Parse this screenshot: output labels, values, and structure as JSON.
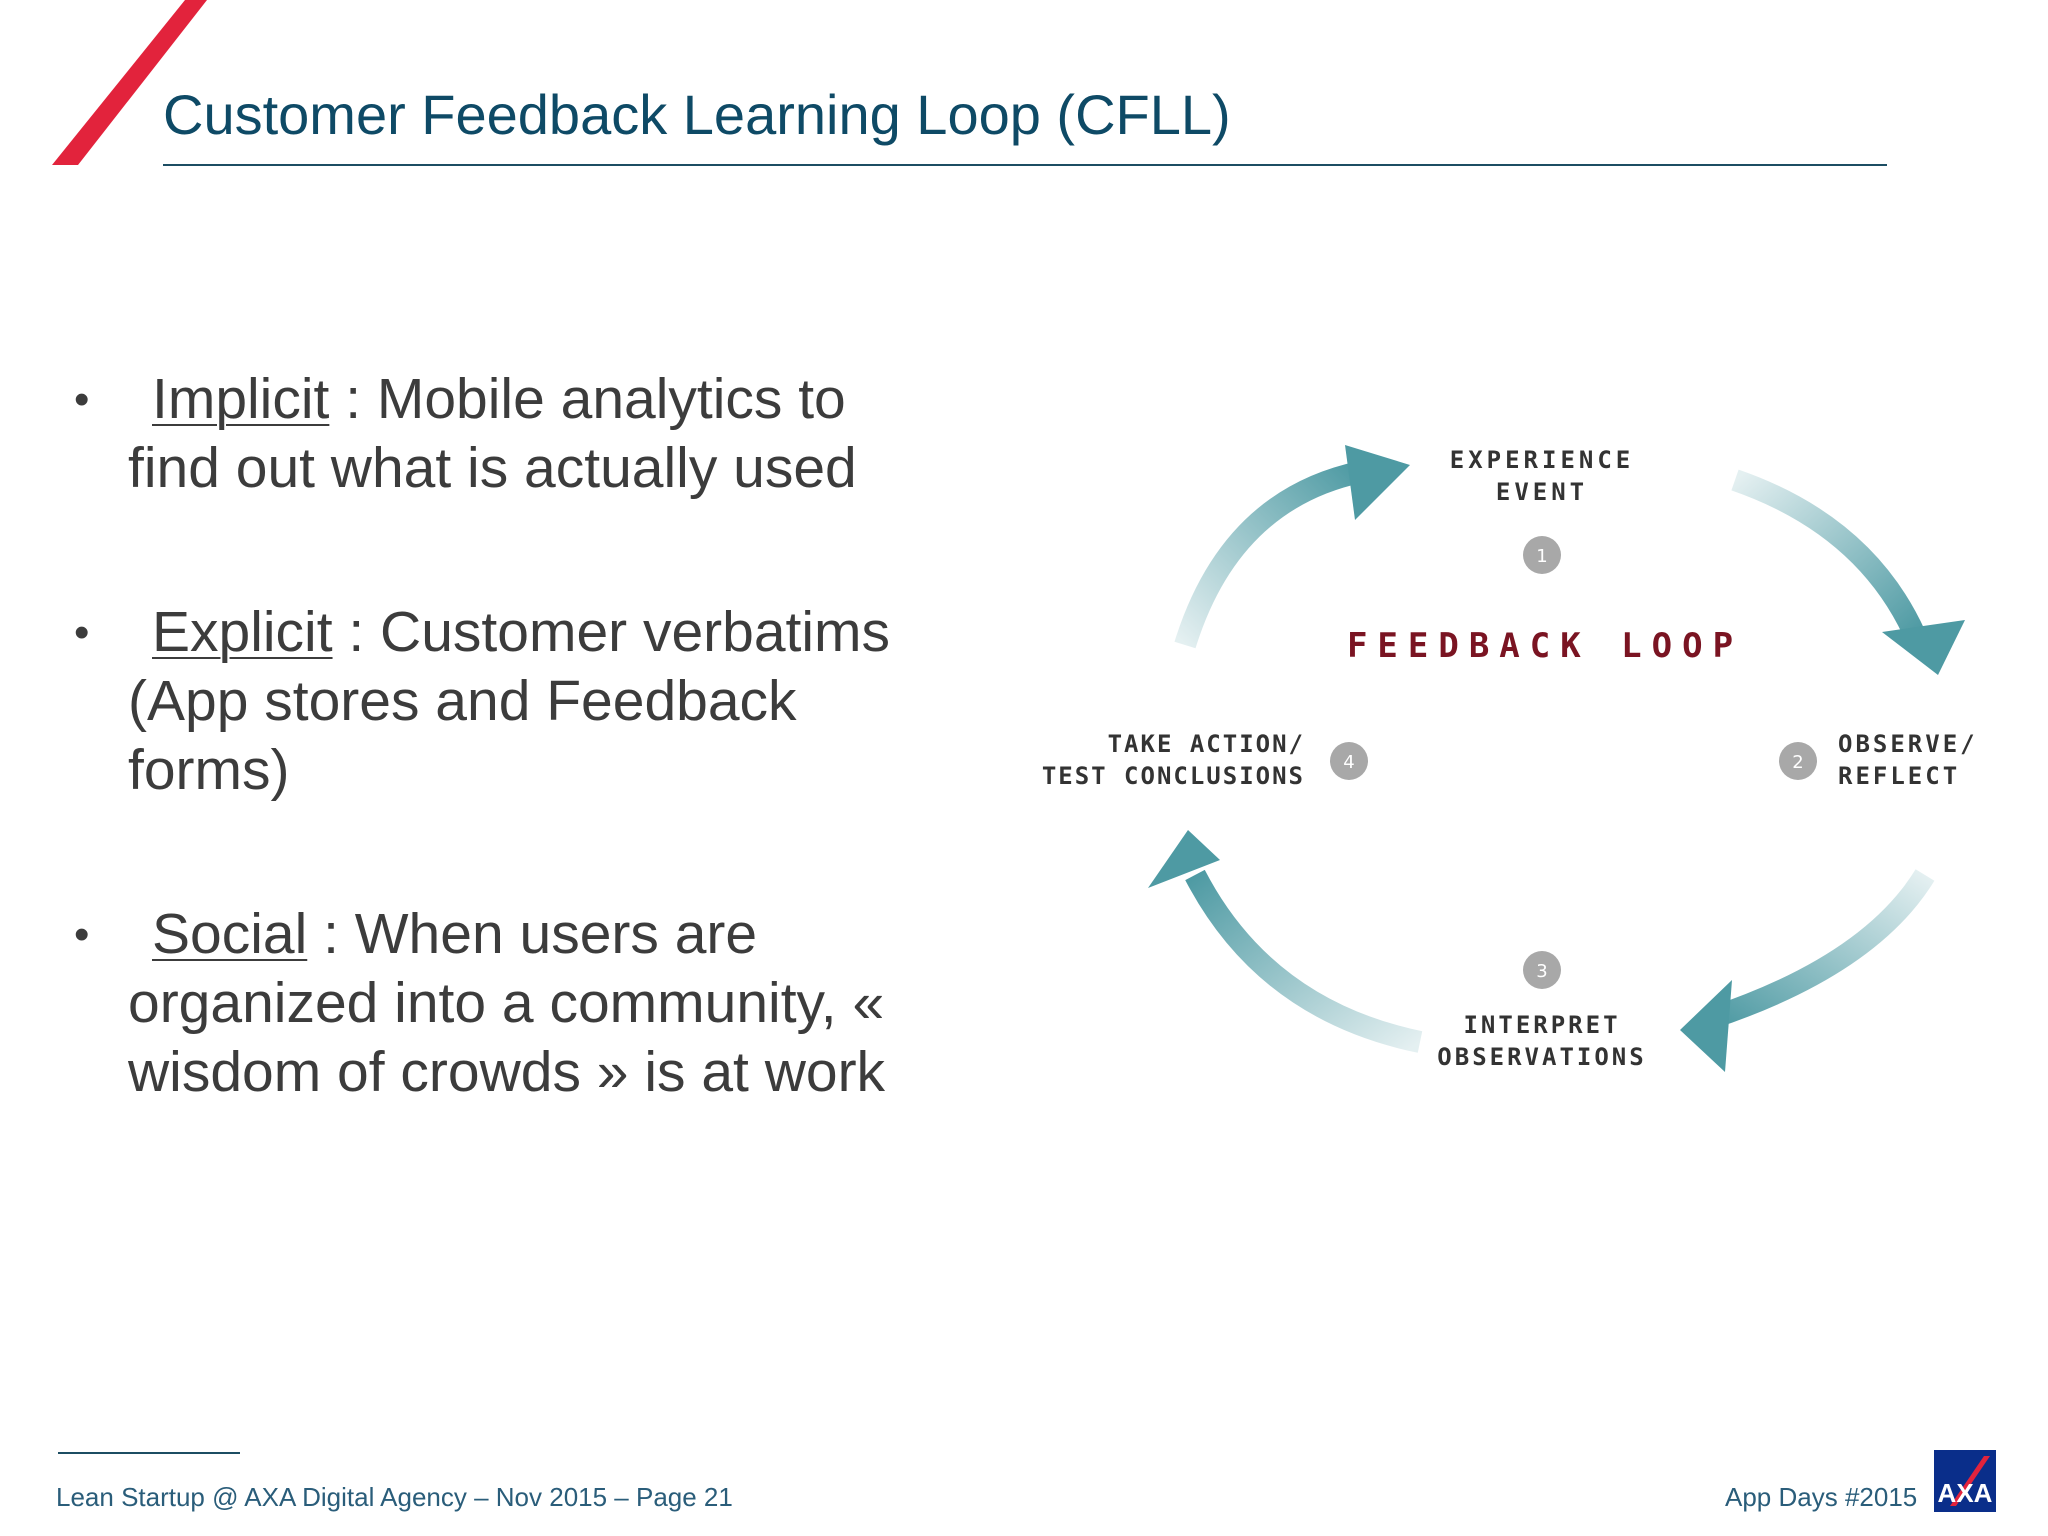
{
  "slide": {
    "title": "Customer Feedback Learning Loop (CFLL)",
    "bullets": [
      {
        "term": "Implicit",
        "text": " : Mobile analytics to find out what is actually used"
      },
      {
        "term": "Explicit",
        "text": " : Customer verbatims (App stores and Feedback forms)"
      },
      {
        "term": "Social",
        "text": " : When users are organized into a community, « wisdom of crowds » is at work"
      }
    ]
  },
  "diagram": {
    "center_label": "FEEDBACK LOOP",
    "steps": [
      {
        "number": "1",
        "line1": "EXPERIENCE",
        "line2": "EVENT"
      },
      {
        "number": "2",
        "line1": "OBSERVE/",
        "line2": "REFLECT"
      },
      {
        "number": "3",
        "line1": "INTERPRET",
        "line2": "OBSERVATIONS"
      },
      {
        "number": "4",
        "line1": "TAKE ACTION/",
        "line2": "TEST CONCLUSIONS"
      }
    ],
    "colors": {
      "arrow": "#4e9aa3",
      "center_label": "#7a1422",
      "badge": "#a8a8a8",
      "step_text": "#333333"
    }
  },
  "footer": {
    "left": "Lean Startup @ AXA Digital Agency – Nov 2015 – Page 21",
    "right": "App Days #2015",
    "logo": "axa-logo"
  },
  "brand": {
    "accent_red": "#e2233c",
    "title_blue": "#0e4a66"
  }
}
